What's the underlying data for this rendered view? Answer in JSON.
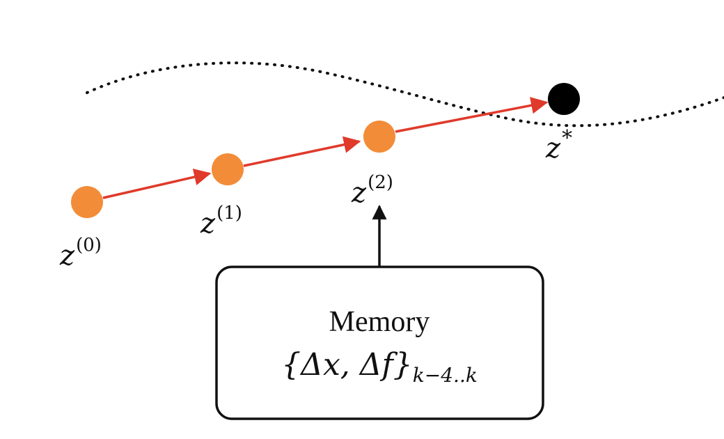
{
  "colors": {
    "iterate_fill": "#F28C38",
    "solution_fill": "#000000",
    "step_arrow": "#E03A2B",
    "memory_arrow": "#111111",
    "curve": "#111111"
  },
  "iterates": [
    {
      "base": "z",
      "sup": "(0)"
    },
    {
      "base": "z",
      "sup": "(1)"
    },
    {
      "base": "z",
      "sup": "(2)"
    }
  ],
  "solution": {
    "base": "z",
    "sup": "*"
  },
  "memory": {
    "title": "Memory",
    "formula_set": "{Δx, Δf}",
    "formula_sub": "k−4..k"
  }
}
